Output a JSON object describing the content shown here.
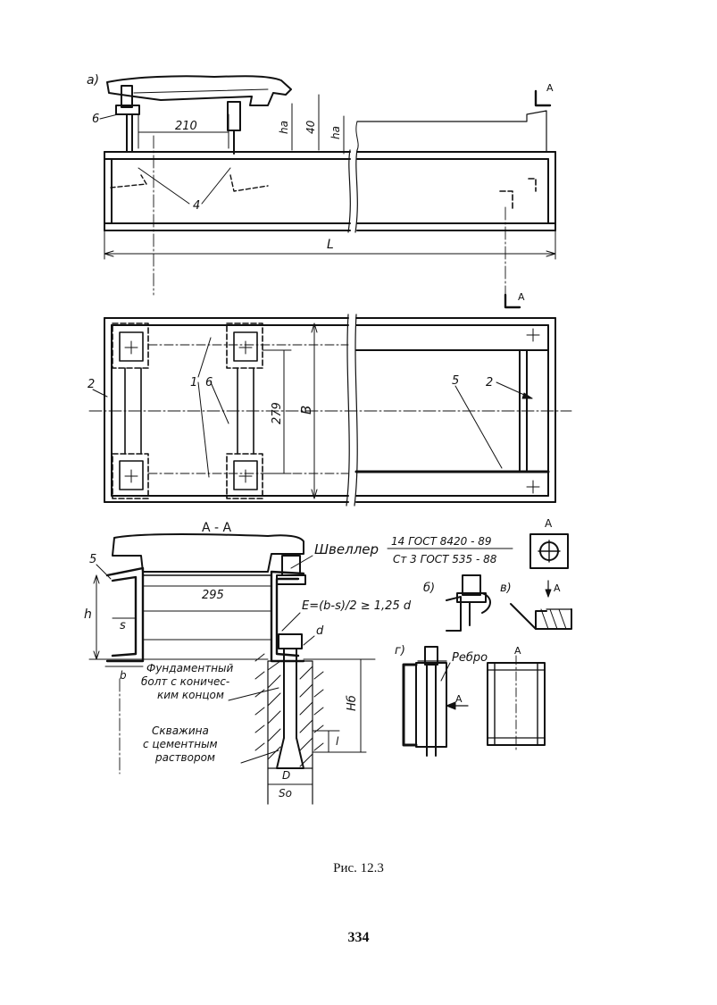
{
  "view_a": {
    "label": "а)",
    "dim_210": "210",
    "dim_ha": "hа",
    "dim_40": "40",
    "dim_ha2": "hа",
    "dim_L": "L",
    "callout_4": "4",
    "callout_6": "6",
    "section_mark": "А"
  },
  "plan_view": {
    "dim_279": "279",
    "dim_B": "B",
    "callout_1": "1",
    "callout_2": "2",
    "callout_2b": "2",
    "callout_5": "5",
    "callout_6": "6"
  },
  "section_aa": {
    "title": "А - А",
    "callout_5": "5",
    "dim_295": "295",
    "dim_h": "h",
    "dim_s": "s",
    "dim_b": "b",
    "channel_spec": "Швеллер",
    "gost_top": "14 ГОСТ 8420 - 89",
    "gost_bottom": "Ст 3  ГОСТ 535 - 88",
    "formula": "E=(b-s)/2 ≥ 1,25 d",
    "dim_d": "d",
    "bolt_label": [
      "Фундаментный",
      "болт с коничес-",
      "ким концом"
    ],
    "well_label": [
      "Скважина",
      "с цементным",
      "раствором"
    ],
    "dim_H6": "Нб",
    "dim_l": "l",
    "dim_D": "D",
    "dim_So": "Sо"
  },
  "detail_views": {
    "label_b": "б)",
    "label_v": "в)",
    "label_g": "г)",
    "rib_label": "Ребро",
    "view_mark": "А"
  },
  "caption": "Рис. 12.3",
  "page_number": "334"
}
